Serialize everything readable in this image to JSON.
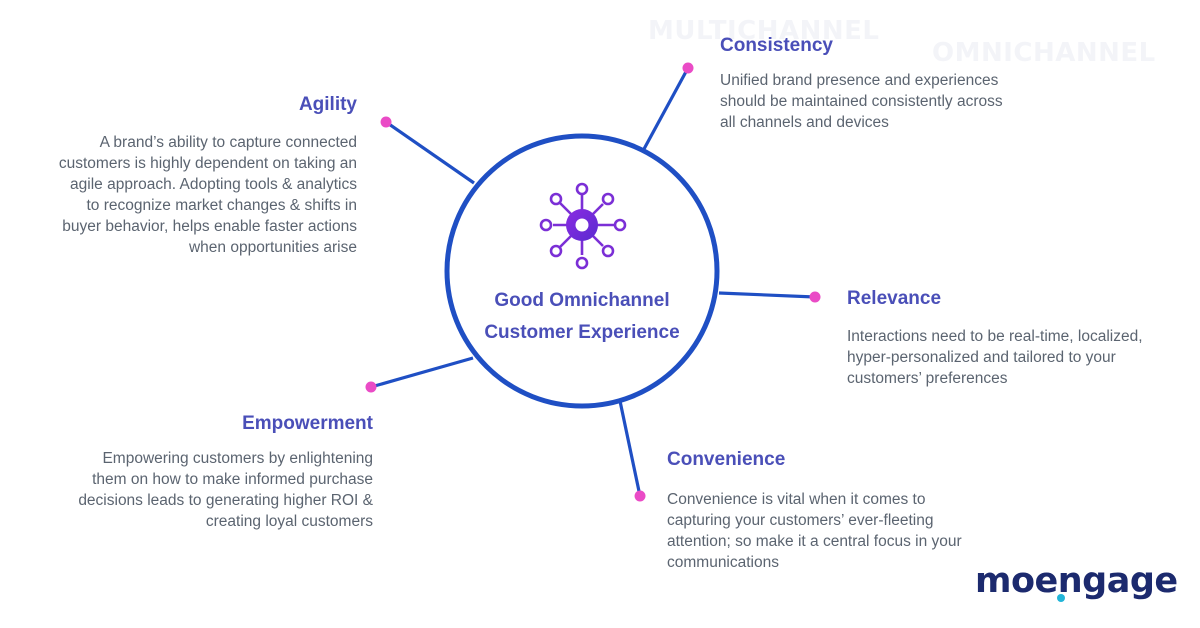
{
  "background_words": [
    "MULTICHANNEL",
    "OMNICHANNEL"
  ],
  "center": {
    "title_lines": [
      "Good Omnichannel",
      "Customer Experience"
    ],
    "icon": "network-hub-icon"
  },
  "nodes": {
    "consistency": {
      "title": "Consistency",
      "lines": [
        "Unified brand presence and experiences",
        "should be maintained consistently across",
        "all channels and devices"
      ]
    },
    "agility": {
      "title": "Agility",
      "lines": [
        "A brand’s ability to capture connected",
        "customers is highly dependent on taking an",
        "agile approach. Adopting tools & analytics",
        "to recognize market changes & shifts in",
        "buyer behavior, helps enable faster actions",
        "when opportunities arise"
      ]
    },
    "relevance": {
      "title": "Relevance",
      "lines": [
        "Interactions need to be real-time, localized,",
        "hyper-personalized and tailored to your",
        "customers’ preferences"
      ]
    },
    "empowerment": {
      "title": "Empowerment",
      "lines": [
        "Empowering customers by enlightening",
        "them on how to make informed purchase",
        "decisions leads to generating higher ROI &",
        "creating loyal customers"
      ]
    },
    "convenience": {
      "title": "Convenience",
      "lines": [
        "Convenience is vital when it comes to",
        "capturing your customers’ ever-fleeting",
        "attention; so make it a central focus in your",
        "communications"
      ]
    }
  },
  "brand": {
    "name": "moengage"
  },
  "colors": {
    "ring": "#1f4fc4",
    "title": "#4a4fb8",
    "endpoint": "#ea4bc6",
    "body_text": "#5b6470",
    "logo": "#1c2a6e",
    "logo_accent": "#22b5d8"
  }
}
